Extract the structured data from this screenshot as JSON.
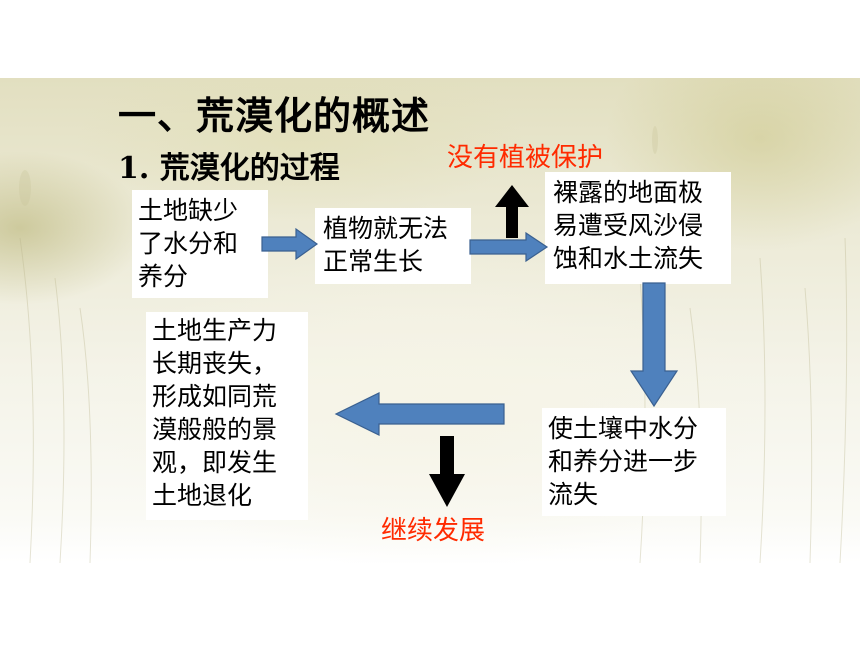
{
  "slide": {
    "title": "一、荒漠化的概述",
    "subtitle": "1. 荒漠化的过程"
  },
  "diagram": {
    "nodes": [
      {
        "id": "node-1",
        "lines": [
          "土地缺少",
          "了水分和",
          "养分"
        ]
      },
      {
        "id": "node-2",
        "lines": [
          "植物就无法",
          "正常生长"
        ]
      },
      {
        "id": "node-3",
        "lines": [
          "裸露的地面极",
          "易遭受风沙侵",
          "蚀和水土流失"
        ]
      },
      {
        "id": "node-4",
        "lines": [
          "使土壤中水分",
          "和养分进一步",
          "流失"
        ]
      },
      {
        "id": "node-5",
        "lines": [
          "土地生产力",
          "长期丧失，",
          "形成如同荒",
          "漠般般的景",
          "观，即发生",
          "土地退化"
        ]
      }
    ],
    "annotations": {
      "top": "没有植被保护",
      "bottom": "继续发展"
    },
    "edges": [
      {
        "from": "node-1",
        "to": "node-2"
      },
      {
        "from": "node-2",
        "to": "node-3"
      },
      {
        "from": "node-3",
        "to": "node-4"
      },
      {
        "from": "node-4",
        "to": "node-5"
      }
    ]
  },
  "colors": {
    "arrow_fill": "#4f81bd",
    "arrow_stroke": "#3a6090",
    "annotation_text": "#ff2a00",
    "black_arrow": "#000000"
  }
}
